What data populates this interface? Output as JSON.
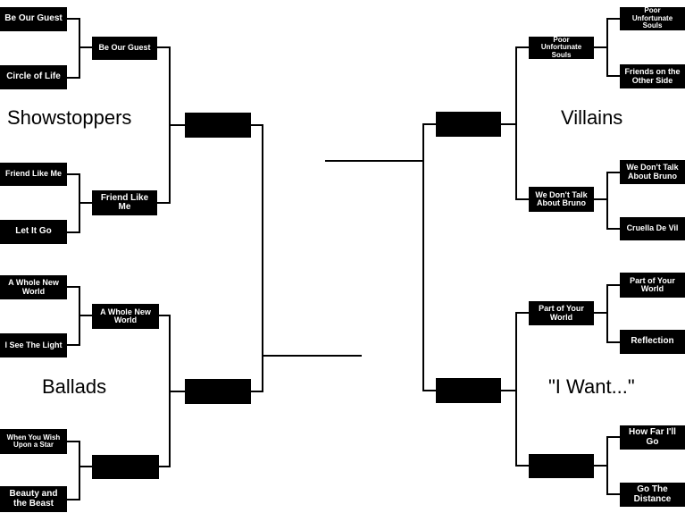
{
  "regions": {
    "showstoppers": "Showstoppers",
    "villains": "Villains",
    "ballads": "Ballads",
    "i_want": "\"I Want...\""
  },
  "round1": {
    "be_our_guest": "Be Our Guest",
    "circle_of_life": "Circle of Life",
    "friend_like_me": "Friend Like Me",
    "let_it_go": "Let It Go",
    "a_whole_new_world": "A Whole New World",
    "i_see_the_light": "I See The Light",
    "when_you_wish": "When You Wish Upon a Star",
    "beauty_and_the_beast": "Beauty and the Beast",
    "poor_unfortunate_souls": "Poor Unfortunate Souls",
    "friends_on_the_other_side": "Friends on the Other Side",
    "we_dont_talk_about_bruno": "We Don't Talk About Bruno",
    "cruella_de_vil": "Cruella De Vil",
    "part_of_your_world": "Part of Your World",
    "reflection": "Reflection",
    "how_far_ill_go": "How Far I'll Go",
    "go_the_distance": "Go The Distance"
  },
  "round2": {
    "showstoppers_top": "Be Our Guest",
    "showstoppers_bottom": "Friend Like Me",
    "ballads_top": "A Whole New World",
    "ballads_bottom": "",
    "villains_top": "Poor Unfortunate Souls",
    "villains_bottom": "We Don't Talk About Bruno",
    "i_want_top": "Part of Your World",
    "i_want_bottom": ""
  },
  "round3": {
    "showstoppers": "",
    "ballads": "",
    "villains": "",
    "i_want": ""
  }
}
